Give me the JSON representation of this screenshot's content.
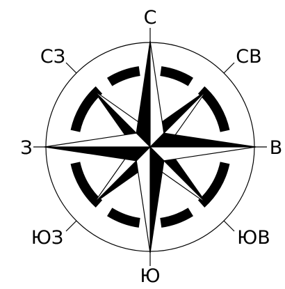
{
  "compass": {
    "directions": {
      "north": "С",
      "northeast": "СВ",
      "east": "В",
      "southeast": "ЮВ",
      "south": "Ю",
      "southwest": "ЮЗ",
      "west": "З",
      "northwest": "СЗ"
    },
    "colors": {
      "ink": "#000000",
      "paper": "#ffffff"
    }
  }
}
